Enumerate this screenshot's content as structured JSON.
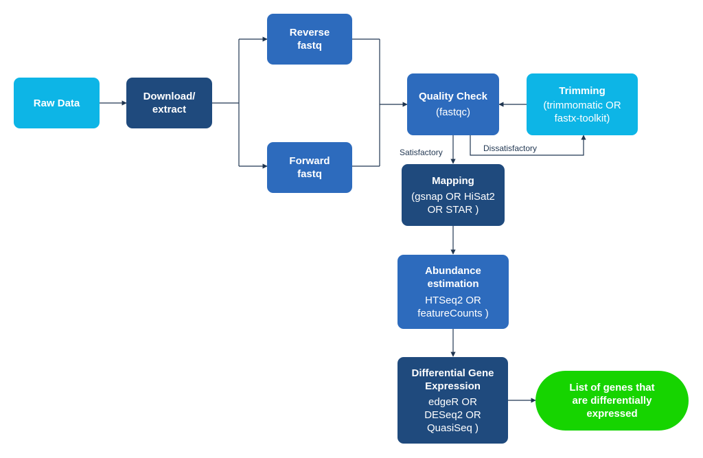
{
  "colors": {
    "raw_data": "#0db5e6",
    "download": "#1f4a7d",
    "fastq": "#2d6bbd",
    "quality_check": "#2d6bbd",
    "trimming": "#0db5e6",
    "mapping": "#1f4a7d",
    "abundance": "#2d6bbd",
    "dge": "#1f4a7d",
    "result": "#16d400",
    "connector": "#1f3550"
  },
  "nodes": {
    "raw_data": {
      "title": "Raw Data"
    },
    "download": {
      "title": "Download/\nextract"
    },
    "reverse_fastq": {
      "title": "Reverse\nfastq"
    },
    "forward_fastq": {
      "title": "Forward\nfastq"
    },
    "quality_check": {
      "title": "Quality Check",
      "sub": "(fastqc)"
    },
    "trimming": {
      "title": "Trimming",
      "sub": "(trimmomatic OR\nfastx-toolkit)"
    },
    "mapping": {
      "title": "Mapping",
      "sub": "(gsnap OR HiSat2\nOR STAR )"
    },
    "abundance": {
      "title": "Abundance\nestimation",
      "sub": "HTSeq2 OR\nfeatureCounts )"
    },
    "dge": {
      "title": "Differential Gene\nExpression",
      "sub": "edgeR OR\nDESeq2 OR\nQuasiSeq )"
    },
    "result": {
      "title": "List of genes that\nare differentially\nexpressed"
    }
  },
  "edge_labels": {
    "satisfactory": "Satisfactory",
    "dissatisfactory": "Dissatisfactory"
  }
}
